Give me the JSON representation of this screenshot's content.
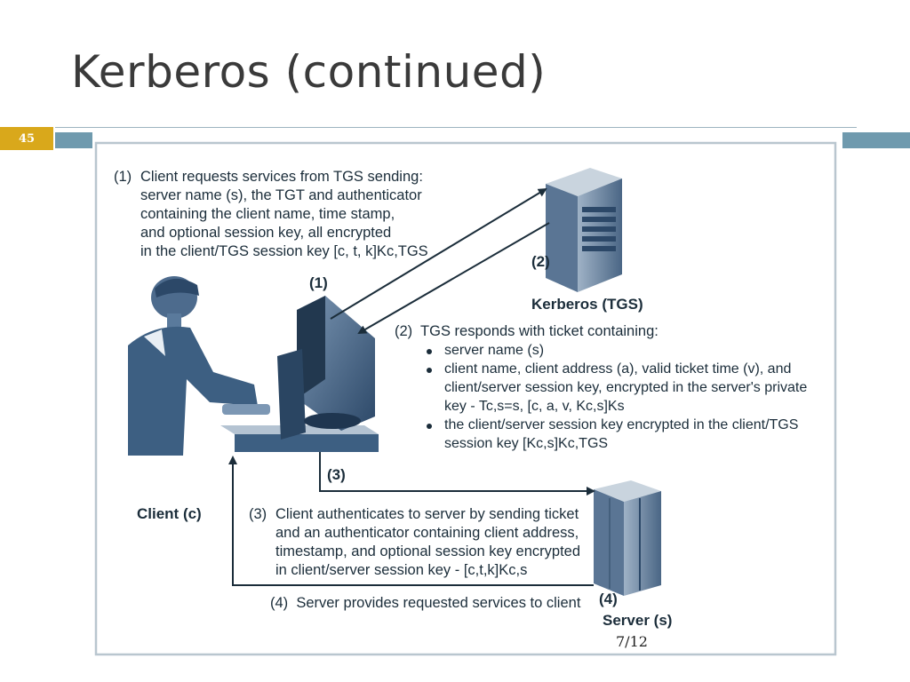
{
  "slide": {
    "title": "Kerberos (continued)",
    "page_number": "45",
    "counter": "7/12"
  },
  "diagram": {
    "step1": {
      "marker": "(1)",
      "lines": [
        "Client requests services from TGS sending:",
        "server name (s), the TGT and authenticator",
        "containing the client name, time stamp,",
        "and optional session key, all encrypted",
        "in the client/TGS session key [c, t, k]Kc,TGS"
      ],
      "arrow_label": "(1)"
    },
    "step2": {
      "server_marker": "(2)",
      "kerberos_label": "Kerberos (TGS)",
      "intro": "(2)  TGS responds with ticket containing:",
      "bullets": [
        [
          "server name (s)"
        ],
        [
          "client name, client address (a), valid ticket time (v), and",
          "client/server session key, encrypted in the server's private",
          "key - Tc,s=s, [c, a, v, Kc,s]Ks"
        ],
        [
          "the client/server session key encrypted in the client/TGS",
          "session key [Kc,s]Kc,TGS"
        ]
      ]
    },
    "step3": {
      "arrow_label": "(3)",
      "marker": "(3)",
      "lines": [
        "Client authenticates to server by sending ticket",
        "and an authenticator containing client address,",
        "timestamp, and optional session key encrypted",
        "in client/server session key - [c,t,k]Kc,s"
      ]
    },
    "step4": {
      "server_marker": "(4)",
      "caption": "(4)  Server provides requested services to client"
    },
    "client_label": "Client (c)",
    "server_label": "Server (s)",
    "colors": {
      "border": "#b9c6cf",
      "ink": "#1b2d3a",
      "figure_blue": "#3d5f82"
    }
  }
}
